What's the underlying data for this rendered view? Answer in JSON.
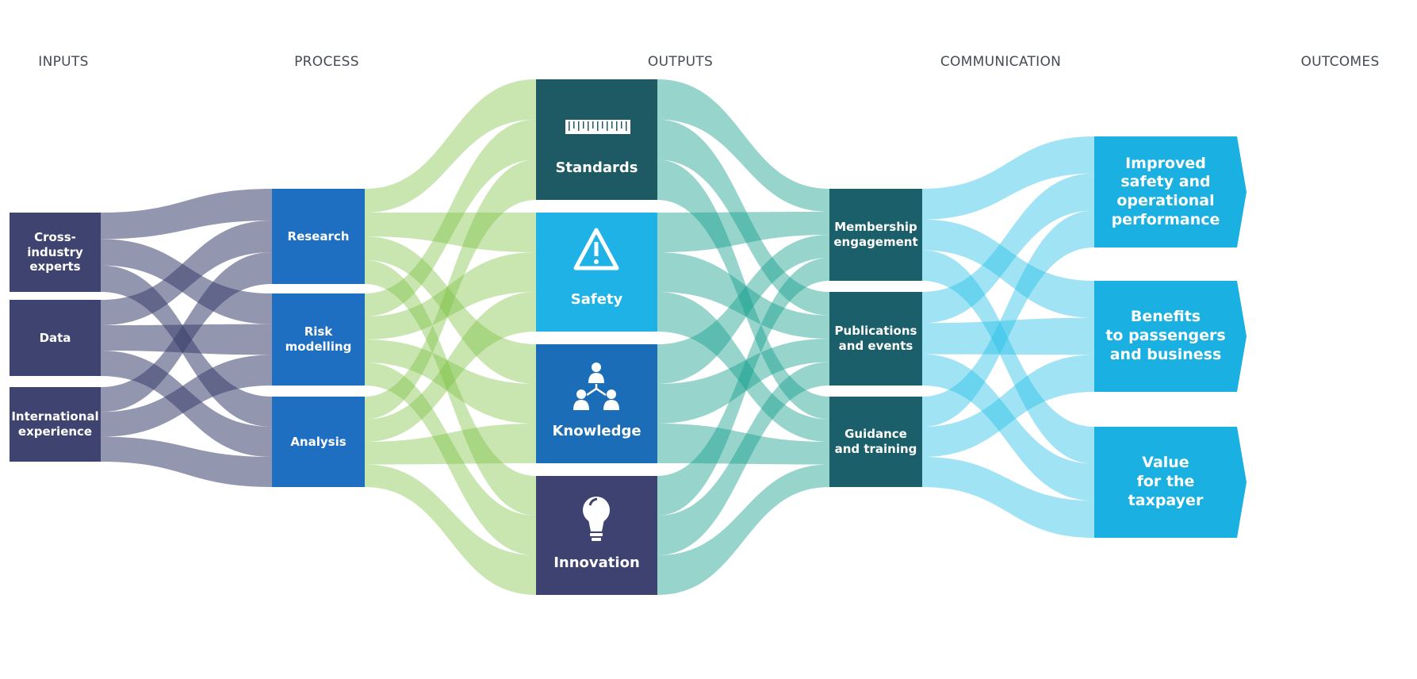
{
  "columns": {
    "inputs": "INPUTS",
    "process": "PROCESS",
    "outputs": "OUTPUTS",
    "communication": "COMMUNICATION",
    "outcomes": "OUTCOMES"
  },
  "inputs": [
    "Cross-\nindustry\nexperts",
    "Data",
    "International\nexperience"
  ],
  "process": [
    "Research",
    "Risk\nmodelling",
    "Analysis"
  ],
  "outputs": [
    {
      "label": "Standards",
      "icon": "ruler-icon"
    },
    {
      "label": "Safety",
      "icon": "warning-icon"
    },
    {
      "label": "Knowledge",
      "icon": "people-network-icon"
    },
    {
      "label": "Innovation",
      "icon": "lightbulb-icon"
    }
  ],
  "communication": [
    "Membership\nengagement",
    "Publications\nand events",
    "Guidance\nand training"
  ],
  "outcomes": [
    "Improved\nsafety and\noperational\nperformance",
    "Benefits\nto passengers\nand business",
    "Value\nfor the\ntaxpayer"
  ],
  "colors": {
    "input_node": "#3f4370",
    "input_flow": "#3b3f6e",
    "process_node": "#1e6fc1",
    "process_flow": "#7ec243",
    "output_standards": "#1e5a63",
    "output_safety": "#1fb2e6",
    "output_knowledge": "#1c6db8",
    "output_innovation": "#3d4270",
    "output_flow": "#17a08e",
    "communication_node": "#1b5f6a",
    "communication_flow": "#2ac0e8",
    "outcome_node": "#1ab0e2"
  }
}
